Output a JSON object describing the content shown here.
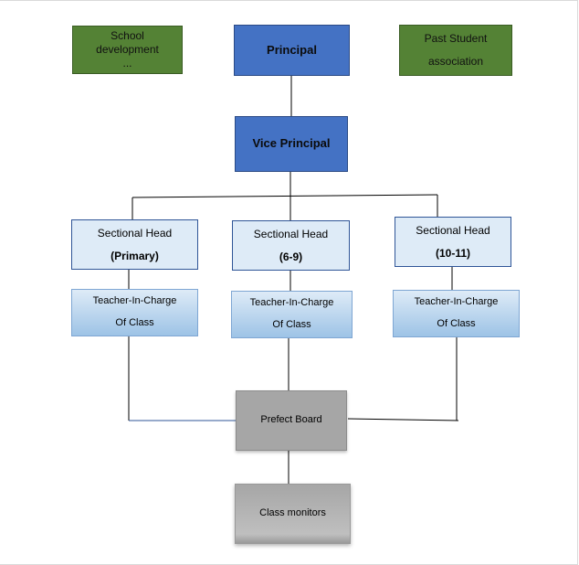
{
  "nodes": {
    "school_development": {
      "line1": "School",
      "line2": "development",
      "line3": "..."
    },
    "principal": {
      "label": "Principal"
    },
    "past_student": {
      "line1": "Past Student",
      "line2": "association"
    },
    "vice_principal": {
      "label": "Vice Principal"
    },
    "sectional_primary": {
      "line1": "Sectional Head",
      "line2": "(Primary)"
    },
    "sectional_6_9": {
      "line1": "Sectional Head",
      "line2": "(6-9)"
    },
    "sectional_10_11": {
      "line1": "Sectional Head",
      "line2": "(10-11)"
    },
    "teacher_1": {
      "line1": "Teacher-In-Charge",
      "line2": "Of Class"
    },
    "teacher_2": {
      "line1": "Teacher-In-Charge",
      "line2": "Of Class"
    },
    "teacher_3": {
      "line1": "Teacher-In-Charge",
      "line2": "Of Class"
    },
    "prefect_board": {
      "label": "Prefect Board"
    },
    "class_monitors": {
      "label": "Class monitors"
    }
  },
  "colors": {
    "top_green": "#548235",
    "principal_blue": "#4472c4",
    "sectional_fill": "#deebf7",
    "teacher_gradient_end": "#9dc3e6",
    "gray_box": "#a6a6a6",
    "connector": "#000000",
    "prefect_connector": "#2f5597"
  }
}
